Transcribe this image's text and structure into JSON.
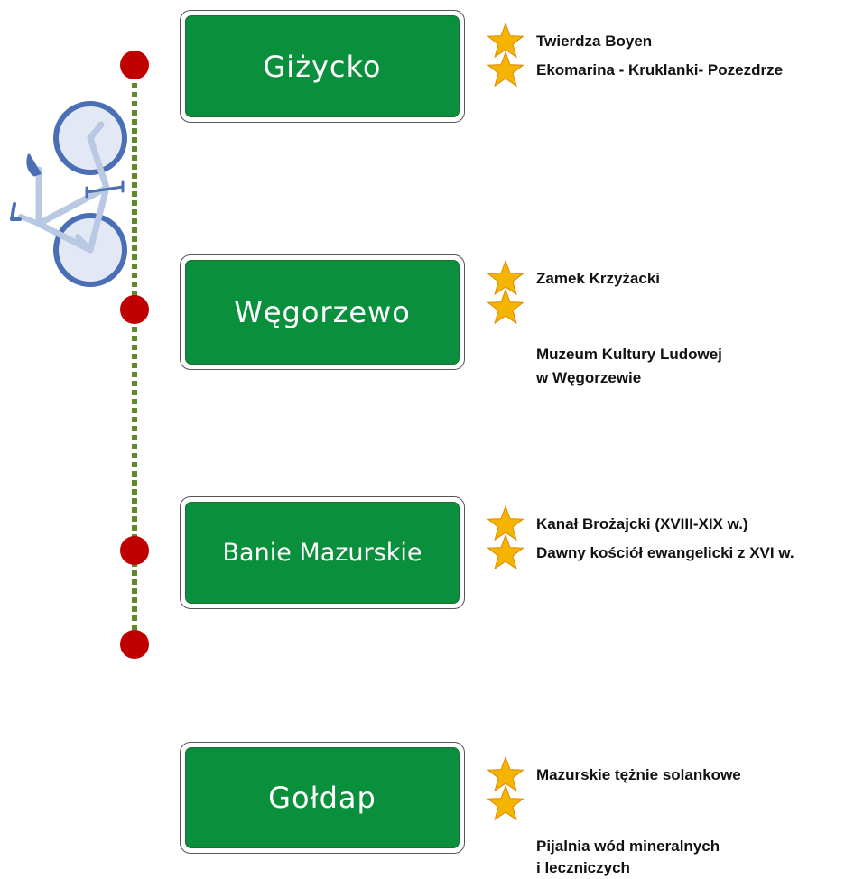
{
  "colors": {
    "route_line": "#5f8a2c",
    "stop_dot": "#c00000",
    "sign_green": "#0a8f3c",
    "star": "#f5b400",
    "bike_frame": "#b9c9e4",
    "bike_wheel": "#4a6fb5"
  },
  "icons": {
    "bicycle": "bicycle-icon",
    "attraction_marker": "star-icon"
  },
  "stops": [
    {
      "town": "Giżycko",
      "attractions": [
        "Twierdza Boyen",
        "Ekomarina - Kruklanki- Pozezdrze"
      ]
    },
    {
      "town": "Węgorzewo",
      "attractions": [
        "Zamek Krzyżacki",
        "Muzeum Kultury Ludowej\nw Węgorzewie"
      ]
    },
    {
      "town": "Banie Mazurskie",
      "attractions": [
        "Kanał Brożajcki (XVIII-XIX w.)",
        "Dawny kościół ewangelicki z XVI w."
      ]
    },
    {
      "town": "Gołdap",
      "attractions": [
        "Mazurskie tężnie solankowe",
        "Pijalnia wód mineralnych\ni leczniczych"
      ]
    }
  ]
}
